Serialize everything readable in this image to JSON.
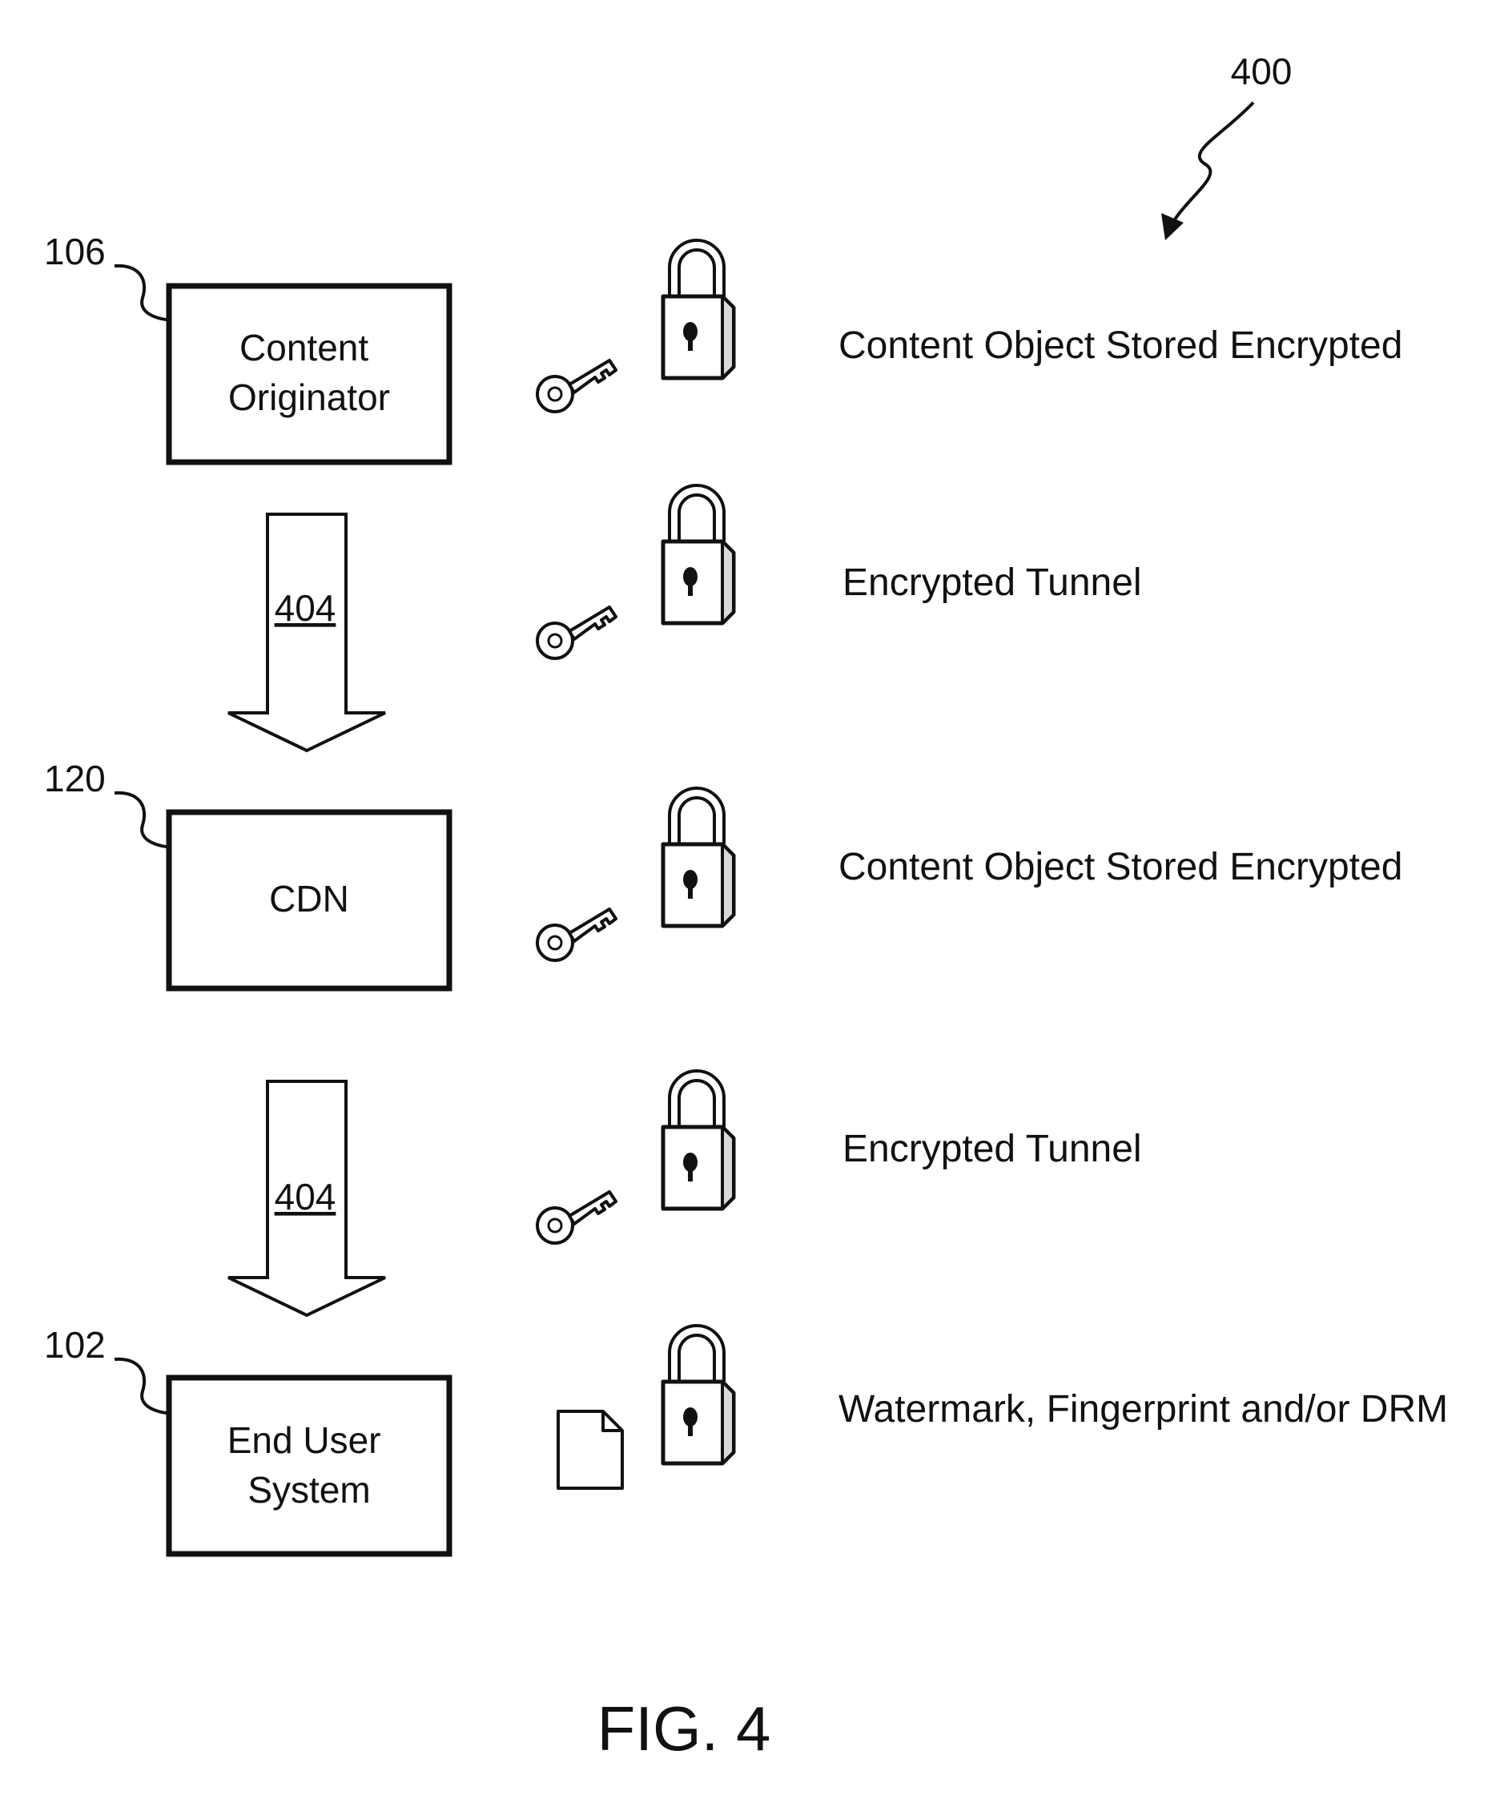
{
  "figure": {
    "number_label": "400",
    "caption": "FIG. 4"
  },
  "nodes": [
    {
      "ref": "106",
      "label_lines": [
        "Content",
        "Originator"
      ]
    },
    {
      "ref": "120",
      "label_lines": [
        "CDN"
      ]
    },
    {
      "ref": "102",
      "label_lines": [
        "End User",
        "System"
      ]
    }
  ],
  "arrows": [
    {
      "label": "404"
    },
    {
      "label": "404"
    }
  ],
  "rows": [
    {
      "description": "Content Object Stored Encrypted",
      "left_icon": "key-icon",
      "right_icon": "padlock-icon"
    },
    {
      "description": "Encrypted Tunnel",
      "left_icon": "key-icon",
      "right_icon": "padlock-icon"
    },
    {
      "description": "Content Object Stored Encrypted",
      "left_icon": "key-icon",
      "right_icon": "padlock-icon"
    },
    {
      "description": "Encrypted Tunnel",
      "left_icon": "key-icon",
      "right_icon": "padlock-icon"
    },
    {
      "description": "Watermark, Fingerprint and/or DRM",
      "left_icon": "document-icon",
      "right_icon": "padlock-icon"
    }
  ],
  "colors": {
    "ink": "#111111",
    "background": "#ffffff",
    "lock_shade": "#d9d9d9"
  }
}
